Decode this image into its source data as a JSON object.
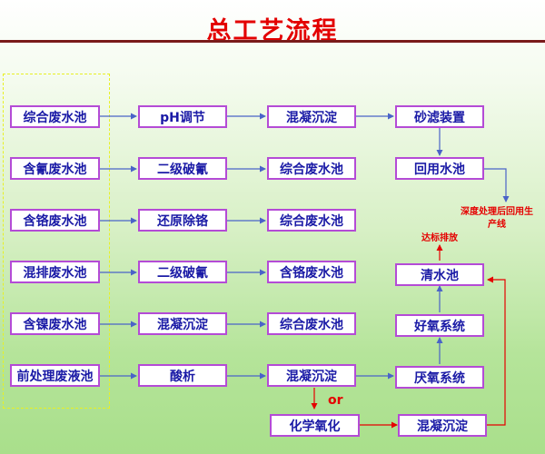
{
  "title": "总工艺流程",
  "column1": [
    "综合废水池",
    "含氰废水池",
    "含铬废水池",
    "混排废水池",
    "含镍废水池",
    "前处理废液池"
  ],
  "column2": [
    "pH调节",
    "二级破氰",
    "还原除铬",
    "二级破氰",
    "混凝沉淀",
    "酸析"
  ],
  "column3": [
    "混凝沉淀",
    "综合废水池",
    "综合废水池",
    "含铬废水池",
    "综合废水池",
    "混凝沉淀"
  ],
  "column4": [
    "砂滤装置",
    "回用水池",
    "清水池",
    "好氧系统",
    "厌氧系统"
  ],
  "bottom_row": [
    "化学氧化",
    "混凝沉淀"
  ],
  "or_label": "or",
  "discharge_label": "达标排放",
  "reuse_label_line1": "深度处理后回用生",
  "reuse_label_line2": "产线",
  "colors": {
    "title": "#e30000",
    "box_border": "#b44bd6",
    "box_text": "#1a1aa6",
    "arrow_blue": "#4a63c8",
    "arrow_red": "#e50000",
    "dash": "#e8f024"
  }
}
